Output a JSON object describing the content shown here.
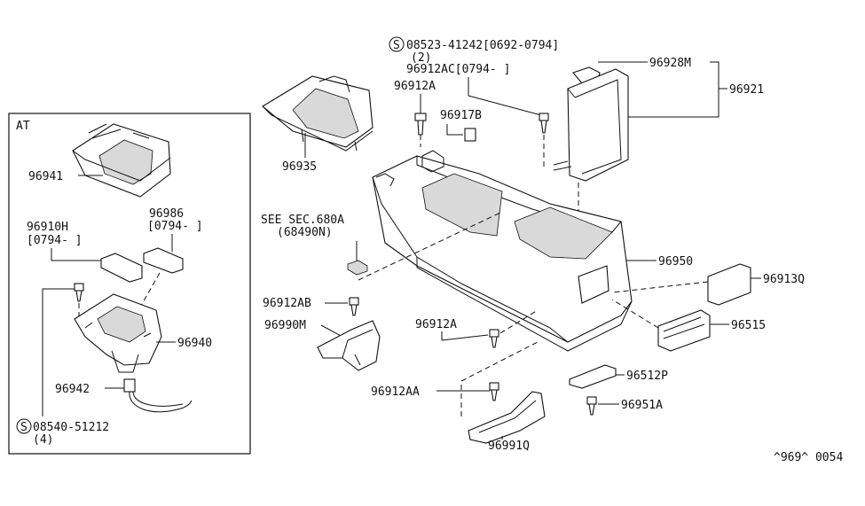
{
  "diagram": {
    "at_box_label": "AT",
    "footer_code": "^969^ 0054",
    "callouts": {
      "p96941": "96941",
      "p96910h": "96910H",
      "p96910h_range": "[0794-     ]",
      "p96986": "96986",
      "p96986_range": "[0794-     ]",
      "p96940": "96940",
      "p96942": "96942",
      "s_symbol_1": "S",
      "p08540": "08540-51212",
      "p08540_qty": "(4)",
      "p96935": "96935",
      "s_symbol_2": "S",
      "p08523": "08523-41242[0692-0794]",
      "p08523_qty": "(2)",
      "p96912ac": "96912AC[0794-    ]",
      "p96912a_top": "96912A",
      "p96917b": "96917B",
      "p96928m": "96928M",
      "p96921": "96921",
      "see_sec": "SEE SEC.680A",
      "see_sec_sub": "(68490N)",
      "p96950": "96950",
      "p96913q": "96913Q",
      "p96912ab": "96912AB",
      "p96990m": "96990M",
      "p96912a_mid": "96912A",
      "p96515": "96515",
      "p96512p": "96512P",
      "p96912aa": "96912AA",
      "p96951a": "96951A",
      "p96991q": "96991Q"
    }
  }
}
